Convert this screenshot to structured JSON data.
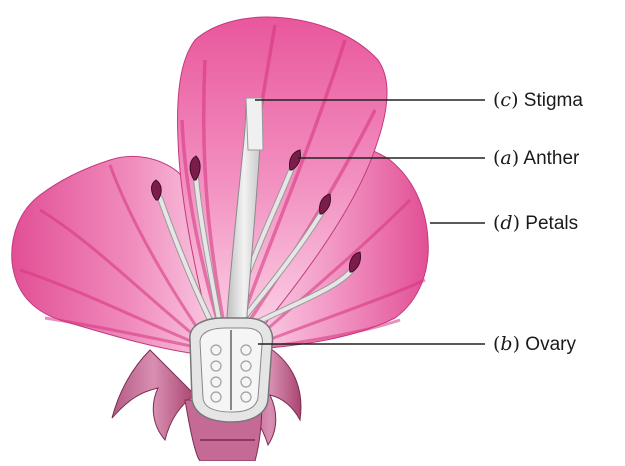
{
  "labels": {
    "stigma": {
      "letter": "c",
      "name": "Stigma"
    },
    "anther": {
      "letter": "a",
      "name": "Anther"
    },
    "petals": {
      "letter": "d",
      "name": "Petals"
    },
    "ovary": {
      "letter": "b",
      "name": "Ovary"
    }
  },
  "colors": {
    "petal": "#e8559a",
    "petal_light": "#f7b3d3",
    "stripe": "#d6347f",
    "pistil": "#dcdcdc",
    "sepal": "#a7436e",
    "anther": "#7a1d4a",
    "leader_line": "#222222"
  }
}
